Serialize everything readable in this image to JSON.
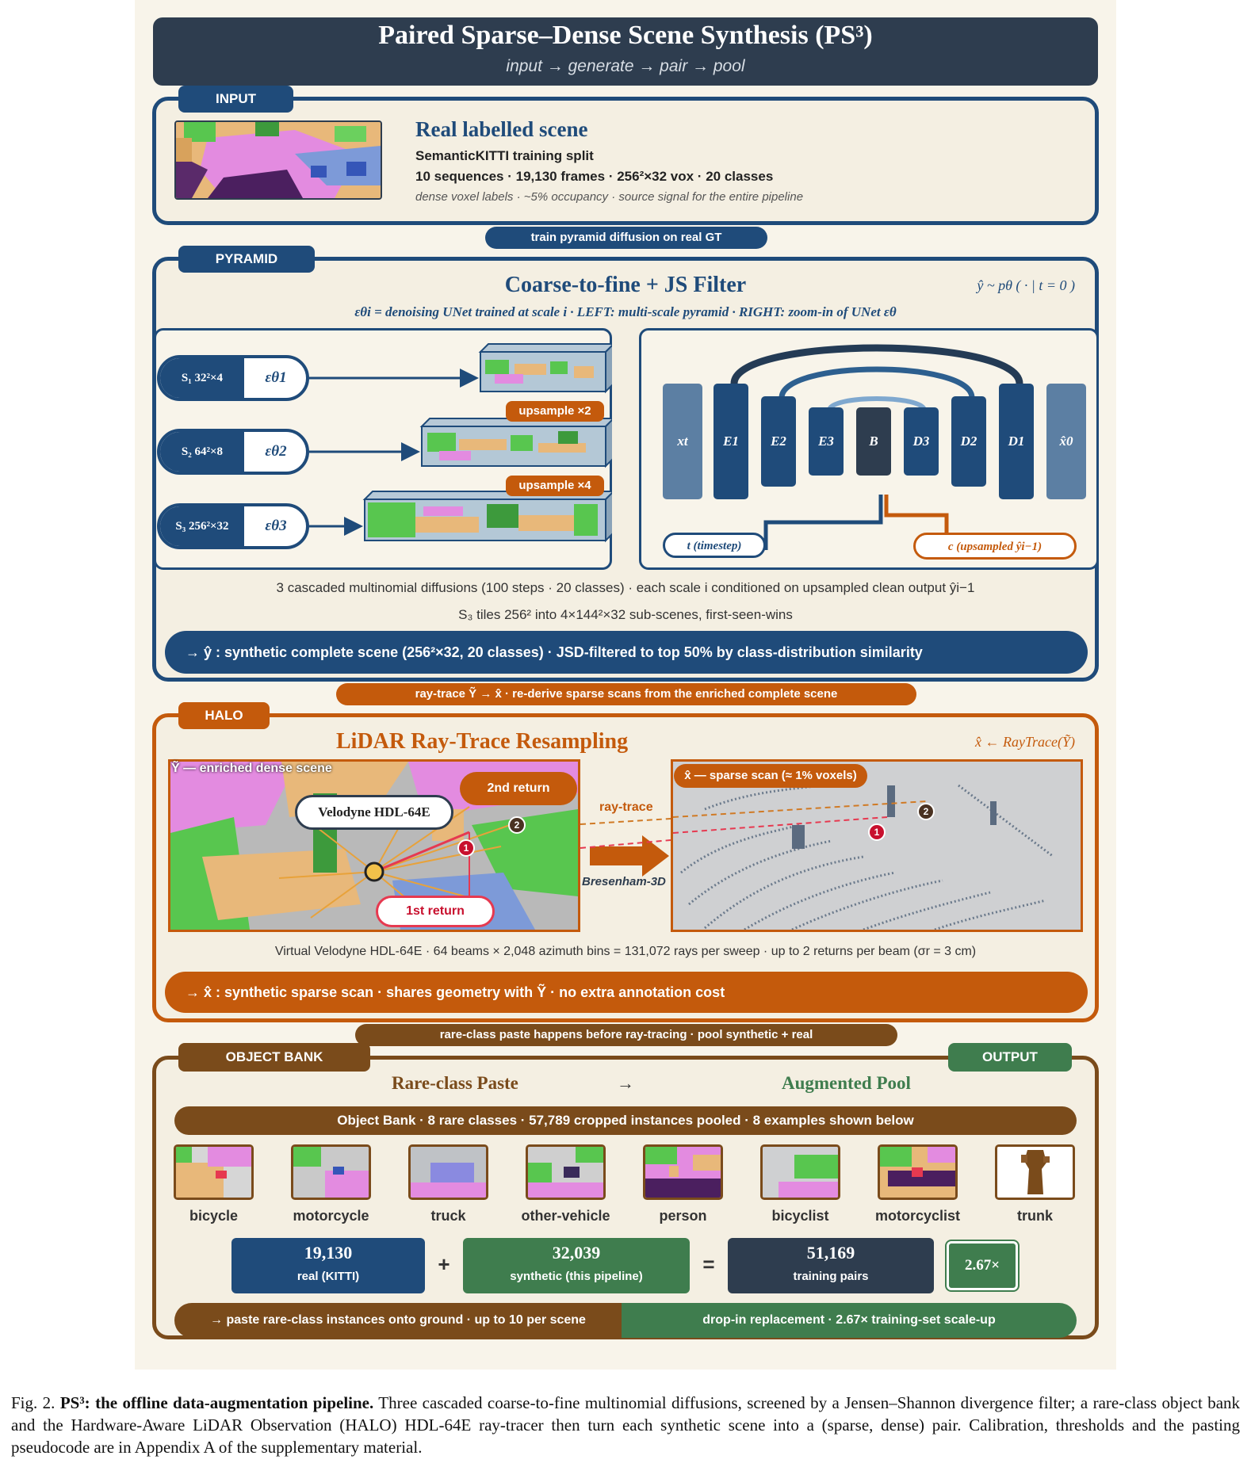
{
  "header": {
    "title": "Paired Sparse–Dense Scene Synthesis (PS³)",
    "subtitle": "input → generate → pair → pool"
  },
  "input": {
    "tag": "INPUT",
    "title": "Real labelled scene",
    "line1": "SemanticKITTI training split",
    "line2": "10 sequences · 19,130 frames · 256²×32 vox · 20 classes",
    "note": "dense voxel labels · ~5% occupancy · source signal for the entire pipeline"
  },
  "connector1": "train pyramid diffusion on real GT",
  "pyramid": {
    "tag": "PYRAMID",
    "title": "Coarse-to-fine + JS Filter",
    "formula": "ŷ ~ pθ ( · | t = 0 )",
    "legend": "εθi = denoising UNet trained at scale i · LEFT: multi-scale pyramid · RIGHT: zoom-in of UNet εθ",
    "scales": [
      {
        "label": "S₁ 32²×4",
        "eps": "εθ1"
      },
      {
        "label": "S₂ 64²×8",
        "eps": "εθ2"
      },
      {
        "label": "S₃ 256²×32",
        "eps": "εθ3"
      }
    ],
    "upsample": [
      "upsample ×2",
      "upsample ×4"
    ],
    "unet": [
      "xt",
      "E1",
      "E2",
      "E3",
      "B",
      "D3",
      "D2",
      "D1",
      "x̂0"
    ],
    "timestep": "t (timestep)",
    "cond": "c (upsampled ŷi−1)",
    "desc1": "3 cascaded multinomial diffusions (100 steps · 20 classes) · each scale i conditioned on upsampled clean output ŷi−1",
    "desc2": "S₃ tiles 256² into 4×144²×32 sub-scenes, first-seen-wins",
    "result": "→ ŷ : synthetic complete scene (256²×32, 20 classes) · JSD-filtered to top 50% by class-distribution similarity"
  },
  "connector2": "ray-trace Ỹ → x̂ · re-derive sparse scans from the enriched complete scene",
  "halo": {
    "tag": "HALO",
    "title": "LiDAR Ray-Trace Resampling",
    "formula": "x̂ ← RayTrace(Ỹ)",
    "dense_label": "Ỹ — enriched dense scene",
    "sensor": "Velodyne HDL-64E",
    "second_return": "2nd return",
    "first_return": "1st return",
    "raytrace": "ray-trace",
    "bresenham": "Bresenham-3D",
    "sparse_label": "x̂ — sparse scan (≈ 1% voxels)",
    "marker1": "1",
    "marker2": "2",
    "desc": "Virtual Velodyne HDL-64E · 64 beams × 2,048 azimuth bins = 131,072 rays per sweep · up to 2 returns per beam (σr = 3 cm)",
    "result": "→ x̂ : synthetic sparse scan · shares geometry with Ỹ · no extra annotation cost"
  },
  "connector3": "rare-class paste happens before ray-tracing · pool synthetic + real",
  "bank": {
    "tag": "OBJECT BANK",
    "output_tag": "OUTPUT",
    "title_left": "Rare-class Paste",
    "arrow": "→",
    "title_right": "Augmented Pool",
    "banner": "Object Bank · 8 rare classes · 57,789 cropped instances pooled · 8 examples shown below",
    "classes": [
      "bicycle",
      "motorcycle",
      "truck",
      "other-vehicle",
      "person",
      "bicyclist",
      "motorcyclist",
      "trunk"
    ],
    "stats": [
      {
        "value": "19,130",
        "label": "real (KITTI)"
      },
      {
        "value": "32,039",
        "label": "synthetic (this pipeline)"
      },
      {
        "value": "51,169",
        "label": "training pairs"
      }
    ],
    "plus": "+",
    "equals": "=",
    "scale_badge": "2.67×",
    "footer_left": "→ paste rare-class instances onto ground · up to 10 per scene",
    "footer_right": "drop-in replacement · 2.67× training-set scale-up"
  },
  "caption": {
    "prefix": "Fig. 2.",
    "bold": "PS³: the offline data-augmentation pipeline.",
    "text": "Three cascaded coarse-to-fine multinomial diffusions, screened by a Jensen–Shannon divergence filter; a rare-class object bank and the Hardware-Aware LiDAR Observation (HALO) HDL-64E ray-tracer then turn each synthetic scene into a (sparse, dense) pair. Calibration, thresholds and the pasting pseudocode are in Appendix A of the supplementary material."
  },
  "colors": {
    "navy": "#1f4b7a",
    "orange": "#c45a0c",
    "brown": "#7a4b1b",
    "green": "#3f7d4e",
    "dark": "#2e3d4f"
  }
}
